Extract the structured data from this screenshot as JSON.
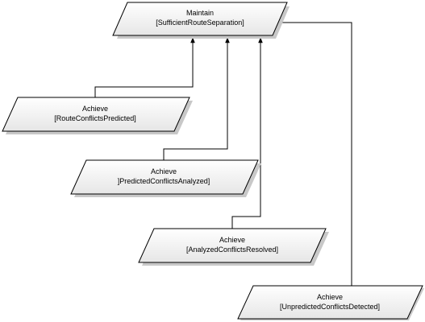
{
  "goals": [
    {
      "id": "root",
      "keyword": "Maintain",
      "name": "[SufficientRouteSeparation]"
    },
    {
      "id": "g1",
      "keyword": "Achieve",
      "name": "[RouteConflictsPredicted]"
    },
    {
      "id": "g2",
      "keyword": "Achieve",
      "name": "]PredictedConflictsAnalyzed]"
    },
    {
      "id": "g3",
      "keyword": "Achieve",
      "name": "[AnalyzedConflictsResolved]"
    },
    {
      "id": "g4",
      "keyword": "Achieve",
      "name": "[UnpredictedConflictsDetected]"
    }
  ],
  "links": [
    {
      "from": "g1",
      "to": "root"
    },
    {
      "from": "g2",
      "to": "root"
    },
    {
      "from": "g3",
      "to": "root"
    },
    {
      "from": "g4",
      "to": "root"
    }
  ],
  "colors": {
    "box_fill_top": "#ffffff",
    "box_fill_bottom": "#e6e6e6",
    "stroke": "#000000",
    "shadow": "#c8c8c8"
  }
}
